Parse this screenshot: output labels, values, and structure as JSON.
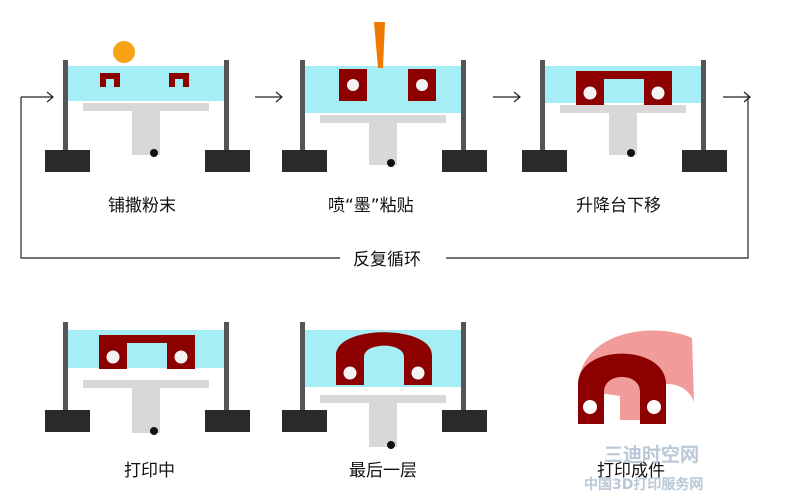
{
  "steps": [
    {
      "id": "spread",
      "label": "铺撒粉末"
    },
    {
      "id": "inkjet",
      "label": "喷“墨”粘贴"
    },
    {
      "id": "lower",
      "label": "升降台下移"
    },
    {
      "id": "printing",
      "label": "打印中"
    },
    {
      "id": "last",
      "label": "最后一层"
    },
    {
      "id": "finished",
      "label": "打印成件"
    }
  ],
  "cycle_label": "反复循环",
  "watermark": {
    "line1": "三迪时空网",
    "line2": "中国3D打印服务网"
  },
  "colors": {
    "powder_bed": "#a6eef6",
    "part": "#8c0000",
    "hole": "#f3f3f3",
    "frame": "#555555",
    "base": "#2a2a2a",
    "platform": "#d8d8d8",
    "powder_ball": "#f5a214",
    "nozzle": "#f07a00",
    "finished_side": "#f08a8a"
  }
}
